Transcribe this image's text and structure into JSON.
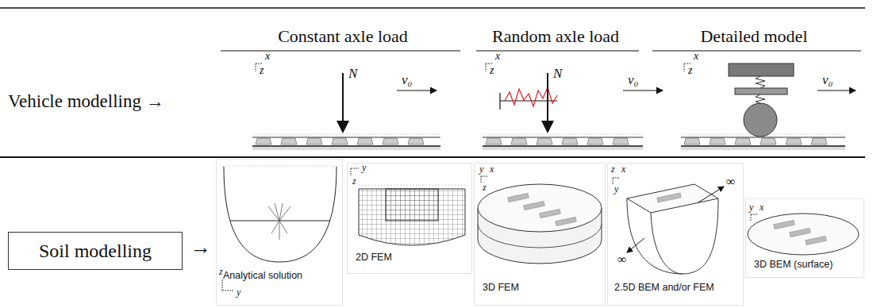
{
  "diagram": {
    "nodes": [
      {
        "text": [
          "Soil modelling"
        ]
      },
      {
        "text": [
          "Analytical solution"
        ]
      },
      {
        "text": [
          "2D FEM"
        ]
      },
      {
        "text": [
          "3D FEM"
        ]
      },
      {
        "text": [
          "2.5D BEM and/or FEM"
        ]
      },
      {
        "text": [
          "3D BEM (surface)"
        ]
      }
    ],
    "labels": [
      "Constant axle load",
      "Random axle load",
      "Detailed model",
      "Vehicle modelling →",
      "x",
      "z",
      "N",
      "v₀",
      "x",
      "z",
      "N",
      "v₀",
      "x",
      "z",
      "v₀",
      "→",
      "z",
      "y",
      "z",
      "y",
      "y",
      "x",
      "z",
      "x",
      "z",
      "y",
      "∞",
      "∞",
      "y",
      "x"
    ]
  }
}
